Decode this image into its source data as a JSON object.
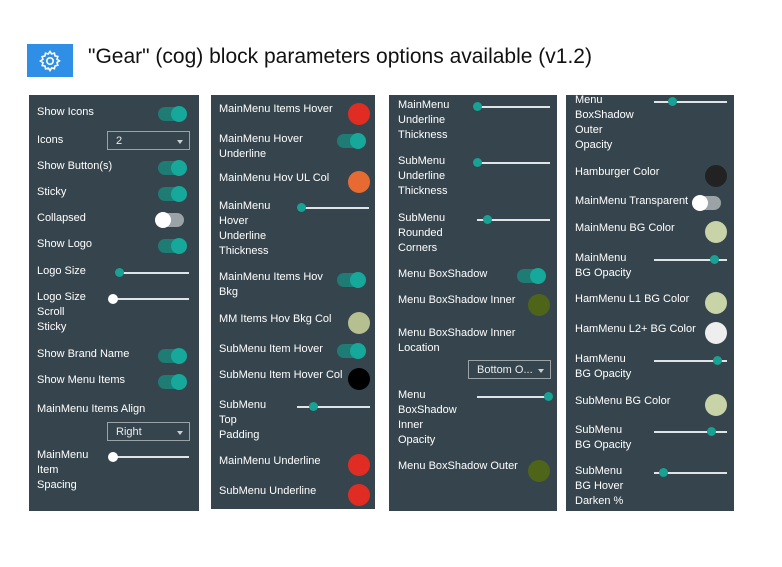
{
  "header": {
    "title": "\"Gear\" (cog) block parameters options available  (v1.2)",
    "icon": "gear-icon"
  },
  "colors": {
    "panel_bg": "#36454d",
    "accent": "#17a293",
    "header_icon_bg": "#2f8fe6"
  },
  "panel1": {
    "show_icons": "Show Icons",
    "icons": "Icons",
    "icons_value": "2",
    "show_buttons": "Show Button(s)",
    "sticky": "Sticky",
    "collapsed": "Collapsed",
    "show_logo": "Show Logo",
    "logo_size": "Logo Size",
    "logo_size_scroll_sticky": "Logo Size\nScroll\nSticky",
    "show_brand_name": "Show Brand Name",
    "show_menu_items": "Show Menu Items",
    "mainmenu_items_align": "MainMenu Items Align",
    "align_value": "Right",
    "mainmenu_item_spacing": "MainMenu\nItem\nSpacing"
  },
  "panel2": {
    "items_hover": "MainMenu Items Hover",
    "hover_underline": "MainMenu Hover\nUnderline",
    "hov_ul_col": "MainMenu Hov UL Col",
    "hover_ul_thickness": "MainMenu\nHover\nUnderline\nThickness",
    "items_hov_bkg": "MainMenu Items Hov\nBkg",
    "mm_items_hov_bkg_col": "MM Items Hov Bkg Col",
    "submenu_item_hover": "SubMenu Item Hover",
    "submenu_item_hover_col": "SubMenu Item Hover Col",
    "submenu_top_padding": "SubMenu\nTop\nPadding",
    "mainmenu_underline": "MainMenu Underline",
    "submenu_underline": "SubMenu Underline"
  },
  "panel3": {
    "mm_underline_thickness": "MainMenu\nUnderline\nThickness",
    "sm_underline_thickness": "SubMenu\nUnderline\nThickness",
    "sm_rounded_corners": "SubMenu\nRounded\nCorners",
    "menu_boxshadow": "Menu BoxShadow",
    "menu_boxshadow_inner": "Menu BoxShadow Inner",
    "inner_location": "Menu BoxShadow Inner\nLocation",
    "location_value": "Bottom O...",
    "inner_opacity": "Menu\nBoxShadow\nInner\nOpacity",
    "menu_boxshadow_outer": "Menu BoxShadow Outer"
  },
  "panel4": {
    "outer_opacity": "Menu\nBoxShadow\nOuter\nOpacity",
    "hamburger_color": "Hamburger Color",
    "mainmenu_transparent": "MainMenu Transparent",
    "mainmenu_bg_color": "MainMenu BG Color",
    "mainmenu_bg_opacity": "MainMenu\nBG Opacity",
    "hammenu_l1_bg_color": "HamMenu L1 BG Color",
    "hammenu_l2_bg_color": "HamMenu L2+ BG Color",
    "hammenu_bg_opacity": "HamMenu\nBG Opacity",
    "submenu_bg_color": "SubMenu BG Color",
    "submenu_bg_opacity": "SubMenu\nBG Opacity",
    "submenu_bg_hover_darken": "SubMenu\nBG Hover\nDarken %"
  }
}
